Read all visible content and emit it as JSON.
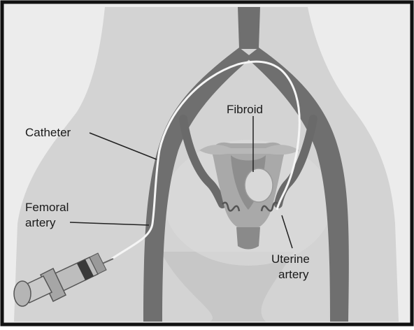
{
  "labels": {
    "fibroid": "Fibroid",
    "catheter": "Catheter",
    "femoral_line1": "Femoral",
    "femoral_line2": "artery",
    "uterine_line1": "Uterine",
    "uterine_line2": "artery"
  },
  "colors": {
    "background": "#e6e6e6",
    "body": "#cfcfcf",
    "body_shadow": "#b8b8b8",
    "vessel": "#6f6f6f",
    "vessel_dark": "#5a5a5a",
    "catheter": "#f5f5f5",
    "uterus": "#a9a9a9",
    "frame": "#111111",
    "text": "#1a1a1a"
  }
}
